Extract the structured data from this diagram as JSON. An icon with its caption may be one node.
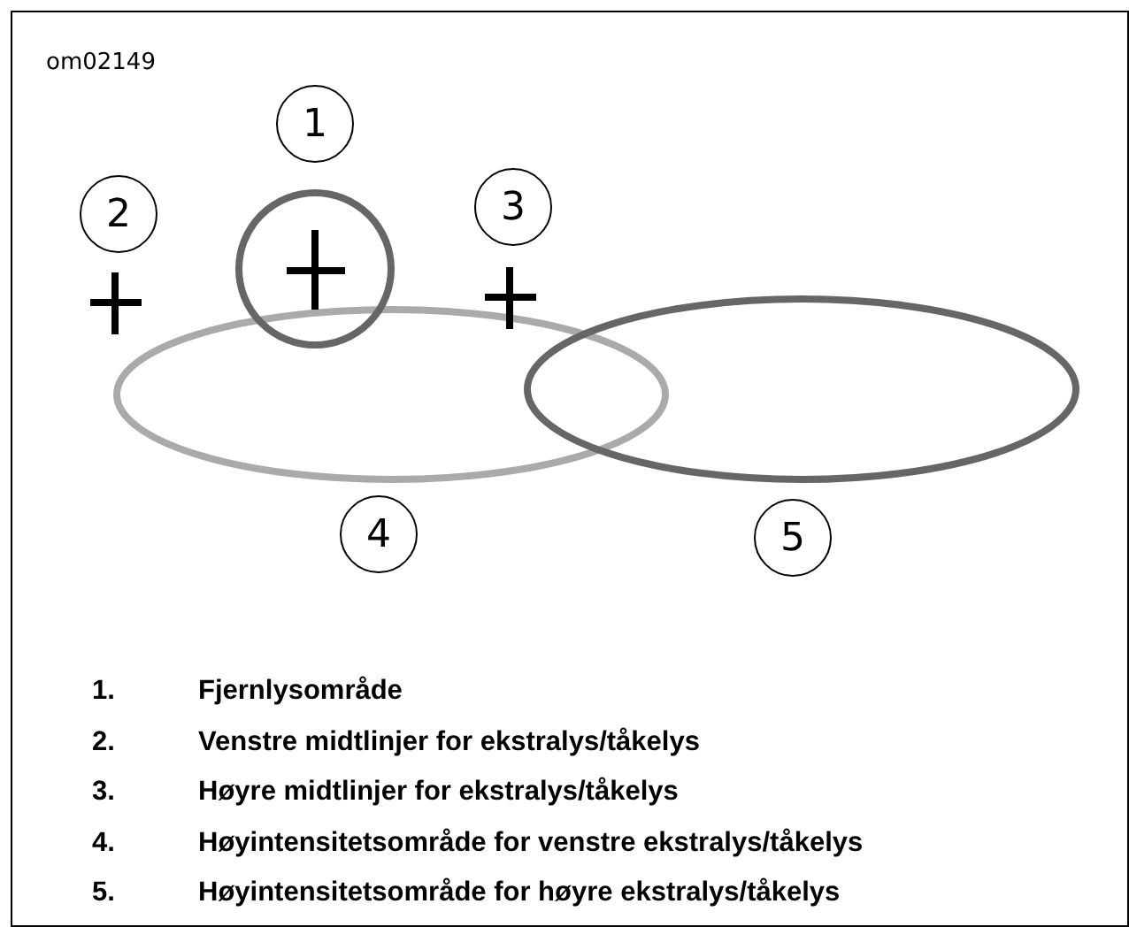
{
  "diagram": {
    "nodes": [
      {
        "text": [
          "1"
        ]
      },
      {
        "text": [
          "2"
        ]
      },
      {
        "text": [
          "3"
        ]
      },
      {
        "text": [
          "4"
        ]
      },
      {
        "text": [
          "5"
        ]
      }
    ],
    "labels": [
      "om02149",
      "1.",
      "Fjernlysområde",
      "2.",
      "Venstre midtlinjer for ekstralys/tåkelys",
      "3.",
      "Høyre midtlinjer for ekstralys/tåkelys",
      "4.",
      "Høyintensitetsområde for venstre ekstralys/tåkelys",
      "5.",
      "Høyintensitetsområde for høyre ekstralys/tåkelys"
    ]
  }
}
